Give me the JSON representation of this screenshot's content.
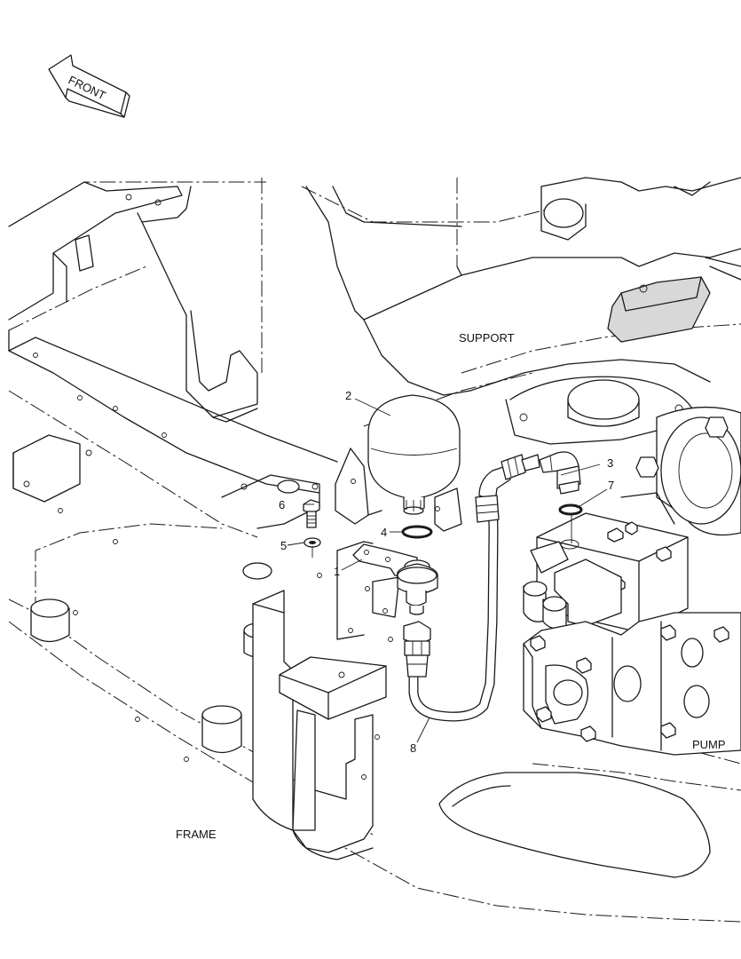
{
  "direction_arrow": {
    "label": "FRONT"
  },
  "labels": {
    "support": "SUPPORT",
    "frame": "FRAME",
    "pump": "PUMP"
  },
  "callouts": [
    {
      "id": "callout-1",
      "number": "1"
    },
    {
      "id": "callout-2",
      "number": "2"
    },
    {
      "id": "callout-3",
      "number": "3"
    },
    {
      "id": "callout-4",
      "number": "4"
    },
    {
      "id": "callout-5",
      "number": "5"
    },
    {
      "id": "callout-6",
      "number": "6"
    },
    {
      "id": "callout-7",
      "number": "7"
    },
    {
      "id": "callout-8",
      "number": "8"
    }
  ]
}
